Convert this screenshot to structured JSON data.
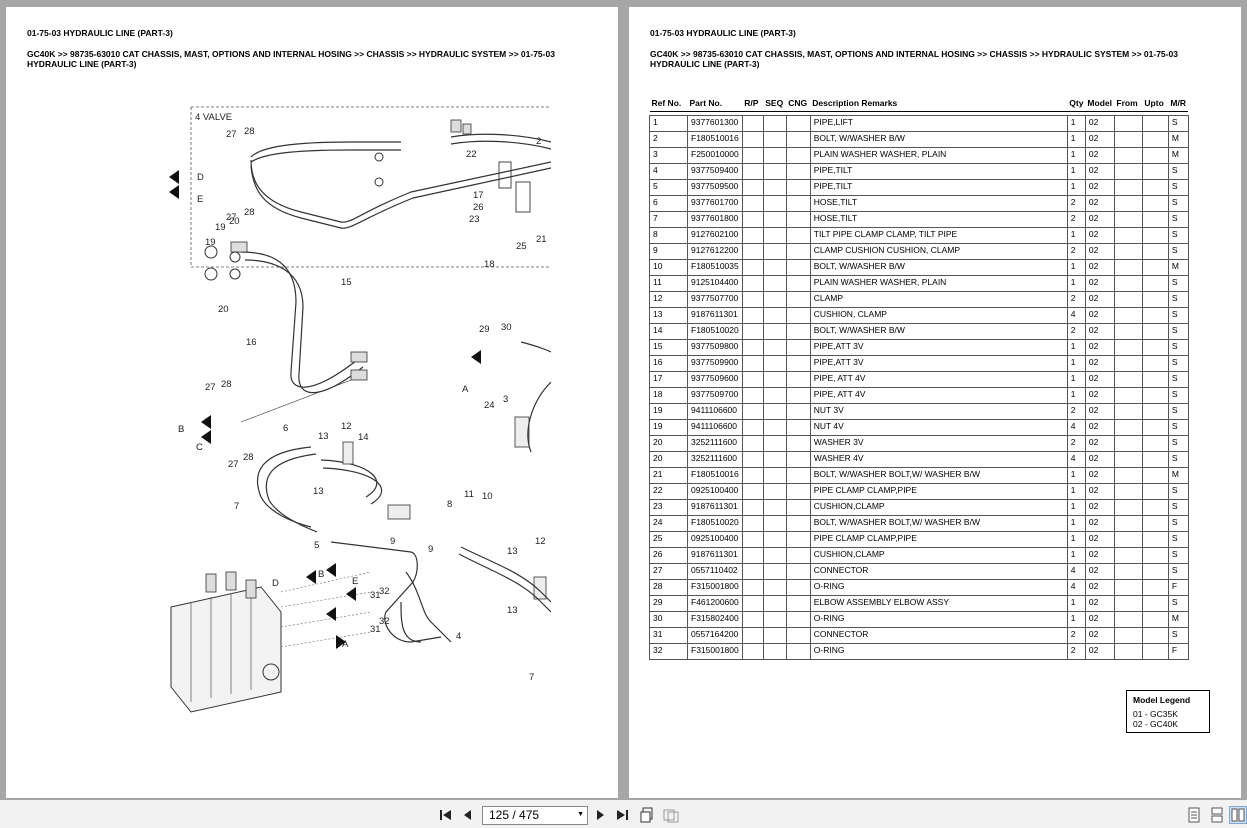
{
  "sheet": {
    "title": "01-75-03 HYDRAULIC LINE (PART-3)",
    "breadcrumb": "GC40K >> 98735-63010 CAT CHASSIS, MAST, OPTIONS AND INTERNAL HOSING >> CHASSIS >> HYDRAULIC SYSTEM >> 01-75-03 HYDRAULIC LINE (PART-3)"
  },
  "diagram": {
    "labels": [
      "4 VALVE",
      "27",
      "28",
      "2",
      "D",
      "E",
      "27",
      "28",
      "22",
      "17",
      "26",
      "23",
      "25",
      "21",
      "18",
      "19",
      "20",
      "19",
      "20",
      "15",
      "16",
      "29",
      "30",
      "A",
      "3",
      "24",
      "27",
      "28",
      "B",
      "C",
      "27",
      "28",
      "6",
      "12",
      "14",
      "13",
      "13",
      "7",
      "8",
      "11",
      "10",
      "5",
      "9",
      "9",
      "12",
      "13",
      "13",
      "D",
      "B",
      "E",
      "A",
      "31",
      "32",
      "31",
      "32",
      "4",
      "7"
    ]
  },
  "table": {
    "headers": [
      "Ref No.",
      "Part No.",
      "R/P",
      "SEQ",
      "CNG",
      "Description Remarks",
      "Qty",
      "Model",
      "From",
      "Upto",
      "M/R"
    ],
    "rows": [
      [
        "1",
        "9377601300",
        "PIPE,LIFT",
        "1",
        "02",
        "S"
      ],
      [
        "2",
        "F180510016",
        "BOLT, W/WASHER B/W",
        "1",
        "02",
        "M"
      ],
      [
        "3",
        "F250010000",
        "PLAIN WASHER WASHER, PLAIN",
        "1",
        "02",
        "M"
      ],
      [
        "4",
        "9377509400",
        "PIPE,TILT",
        "1",
        "02",
        "S"
      ],
      [
        "5",
        "9377509500",
        "PIPE,TILT",
        "1",
        "02",
        "S"
      ],
      [
        "6",
        "9377601700",
        "HOSE,TILT",
        "2",
        "02",
        "S"
      ],
      [
        "7",
        "9377601800",
        "HOSE,TILT",
        "2",
        "02",
        "S"
      ],
      [
        "8",
        "9127602100",
        "TILT PIPE CLAMP CLAMP, TILT PIPE",
        "1",
        "02",
        "S"
      ],
      [
        "9",
        "9127612200",
        "CLAMP CUSHION CUSHION, CLAMP",
        "2",
        "02",
        "S"
      ],
      [
        "10",
        "F180510035",
        "BOLT, W/WASHER B/W",
        "1",
        "02",
        "M"
      ],
      [
        "11",
        "9125104400",
        "PLAIN WASHER WASHER, PLAIN",
        "1",
        "02",
        "S"
      ],
      [
        "12",
        "9377507700",
        "CLAMP",
        "2",
        "02",
        "S"
      ],
      [
        "13",
        "9187611301",
        "CUSHION, CLAMP",
        "4",
        "02",
        "S"
      ],
      [
        "14",
        "F180510020",
        "BOLT, W/WASHER B/W",
        "2",
        "02",
        "S"
      ],
      [
        "15",
        "9377509800",
        "PIPE,ATT 3V",
        "1",
        "02",
        "S"
      ],
      [
        "16",
        "9377509900",
        "PIPE,ATT 3V",
        "1",
        "02",
        "S"
      ],
      [
        "17",
        "9377509600",
        "PIPE, ATT 4V",
        "1",
        "02",
        "S"
      ],
      [
        "18",
        "9377509700",
        "PIPE, ATT 4V",
        "1",
        "02",
        "S"
      ],
      [
        "19",
        "9411106600",
        "NUT 3V",
        "2",
        "02",
        "S"
      ],
      [
        "19",
        "9411106600",
        "NUT 4V",
        "4",
        "02",
        "S"
      ],
      [
        "20",
        "3252111600",
        "WASHER 3V",
        "2",
        "02",
        "S"
      ],
      [
        "20",
        "3252111600",
        "WASHER 4V",
        "4",
        "02",
        "S"
      ],
      [
        "21",
        "F180510016",
        "BOLT, W/WASHER BOLT,W/ WASHER B/W",
        "1",
        "02",
        "M"
      ],
      [
        "22",
        "0925100400",
        "PIPE CLAMP CLAMP,PIPE",
        "1",
        "02",
        "S"
      ],
      [
        "23",
        "9187611301",
        "CUSHION,CLAMP",
        "1",
        "02",
        "S"
      ],
      [
        "24",
        "F180510020",
        "BOLT, W/WASHER BOLT,W/ WASHER B/W",
        "1",
        "02",
        "S"
      ],
      [
        "25",
        "0925100400",
        "PIPE CLAMP CLAMP,PIPE",
        "1",
        "02",
        "S"
      ],
      [
        "26",
        "9187611301",
        "CUSHION,CLAMP",
        "1",
        "02",
        "S"
      ],
      [
        "27",
        "0557110402",
        "CONNECTOR",
        "4",
        "02",
        "S"
      ],
      [
        "28",
        "F315001800",
        "O-RING",
        "4",
        "02",
        "F"
      ],
      [
        "29",
        "F461200600",
        "ELBOW ASSEMBLY ELBOW ASSY",
        "1",
        "02",
        "S"
      ],
      [
        "30",
        "F315802400",
        "O-RING",
        "1",
        "02",
        "M"
      ],
      [
        "31",
        "0557164200",
        "CONNECTOR",
        "2",
        "02",
        "S"
      ],
      [
        "32",
        "F315001800",
        "O-RING",
        "2",
        "02",
        "F"
      ]
    ]
  },
  "legend": {
    "title": "Model Legend",
    "items": [
      "01 - GC35K",
      "02 - GC40K"
    ]
  },
  "toolbar": {
    "page_value": "125 / 475",
    "icons": [
      "first-page-icon",
      "prev-page-icon",
      "next-page-icon",
      "last-page-icon",
      "fit-page-icon",
      "fit-width-icon",
      "single-page-icon",
      "continuous-page-icon",
      "two-page-icon"
    ]
  }
}
